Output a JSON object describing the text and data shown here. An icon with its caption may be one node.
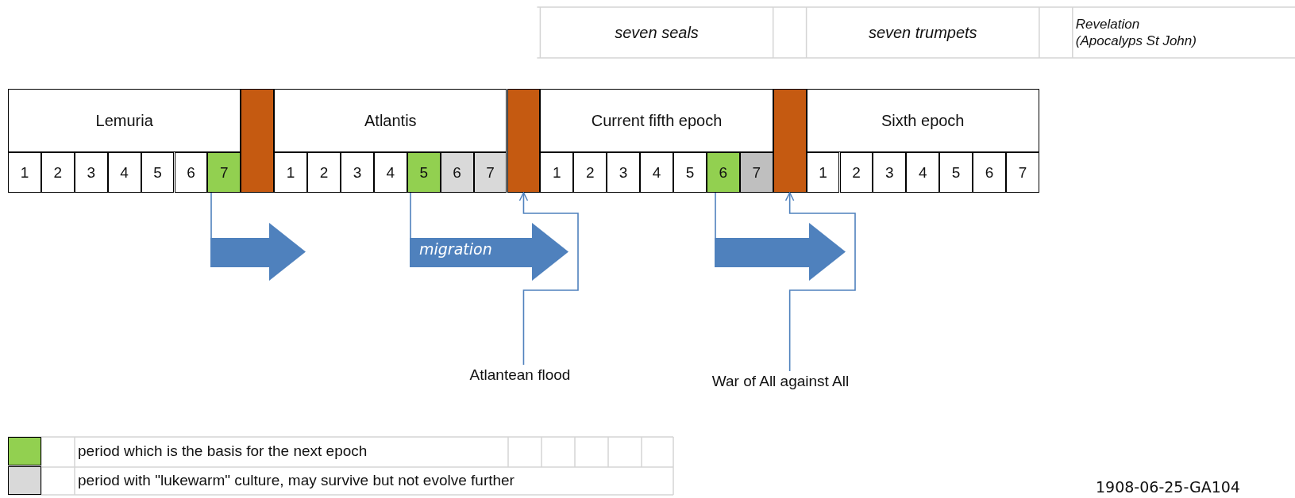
{
  "diagram": {
    "nodes": [
      {
        "text": [
          "Lemuria"
        ]
      },
      {
        "text": [],
        "shape": "bar"
      },
      {
        "text": [
          "Atlantis"
        ]
      },
      {
        "text": [],
        "shape": "bar"
      },
      {
        "text": [
          "Current fifth epoch"
        ]
      },
      {
        "text": [],
        "shape": "bar"
      },
      {
        "text": [
          "Sixth epoch"
        ]
      },
      {
        "text": [
          "1"
        ]
      },
      {
        "text": [
          "2"
        ]
      },
      {
        "text": [
          "3"
        ]
      },
      {
        "text": [
          "4"
        ]
      },
      {
        "text": [
          "5"
        ]
      },
      {
        "text": [
          "6"
        ]
      },
      {
        "text": [
          "7"
        ]
      },
      {
        "text": [
          "1"
        ]
      },
      {
        "text": [
          "2"
        ]
      },
      {
        "text": [
          "3"
        ]
      },
      {
        "text": [
          "4"
        ]
      },
      {
        "text": [
          "5"
        ]
      },
      {
        "text": [
          "6"
        ]
      },
      {
        "text": [
          "7"
        ]
      },
      {
        "text": [
          "1"
        ]
      },
      {
        "text": [
          "2"
        ]
      },
      {
        "text": [
          "3"
        ]
      },
      {
        "text": [
          "4"
        ]
      },
      {
        "text": [
          "5"
        ]
      },
      {
        "text": [
          "6"
        ]
      },
      {
        "text": [
          "7"
        ]
      },
      {
        "text": [
          "1"
        ]
      },
      {
        "text": [
          "2"
        ]
      },
      {
        "text": [
          "3"
        ]
      },
      {
        "text": [
          "4"
        ]
      },
      {
        "text": [
          "5"
        ]
      },
      {
        "text": [
          "6"
        ]
      },
      {
        "text": [
          "7"
        ]
      },
      {
        "text": [],
        "shape": "arrow"
      },
      {
        "text": [
          "migration"
        ]
      },
      {
        "text": [],
        "shape": "arrow"
      },
      {
        "text": [
          "Atlantean flood"
        ]
      },
      {
        "text": [
          "War of All against All"
        ]
      }
    ],
    "edges": [
      {
        "from": 13,
        "to": 35,
        "arrow": "none"
      },
      {
        "from": 18,
        "to": 36,
        "arrow": "none"
      },
      {
        "from": 26,
        "to": 37,
        "arrow": "none"
      },
      {
        "from": 38,
        "to": 3,
        "arrow": "to"
      },
      {
        "from": 39,
        "to": 5,
        "arrow": "to"
      }
    ],
    "labels": [
      "seven seals",
      "seven trumpets",
      "Revelation (Apocalyps St John)",
      "1908-06-25-GA104"
    ],
    "legend": [
      {
        "text": "period which is the basis for the next epoch",
        "color": "#92d050"
      },
      {
        "text": "period with \"lukewarm\" culture, may survive but not evolve further",
        "color": "#d9d9d9"
      }
    ]
  }
}
